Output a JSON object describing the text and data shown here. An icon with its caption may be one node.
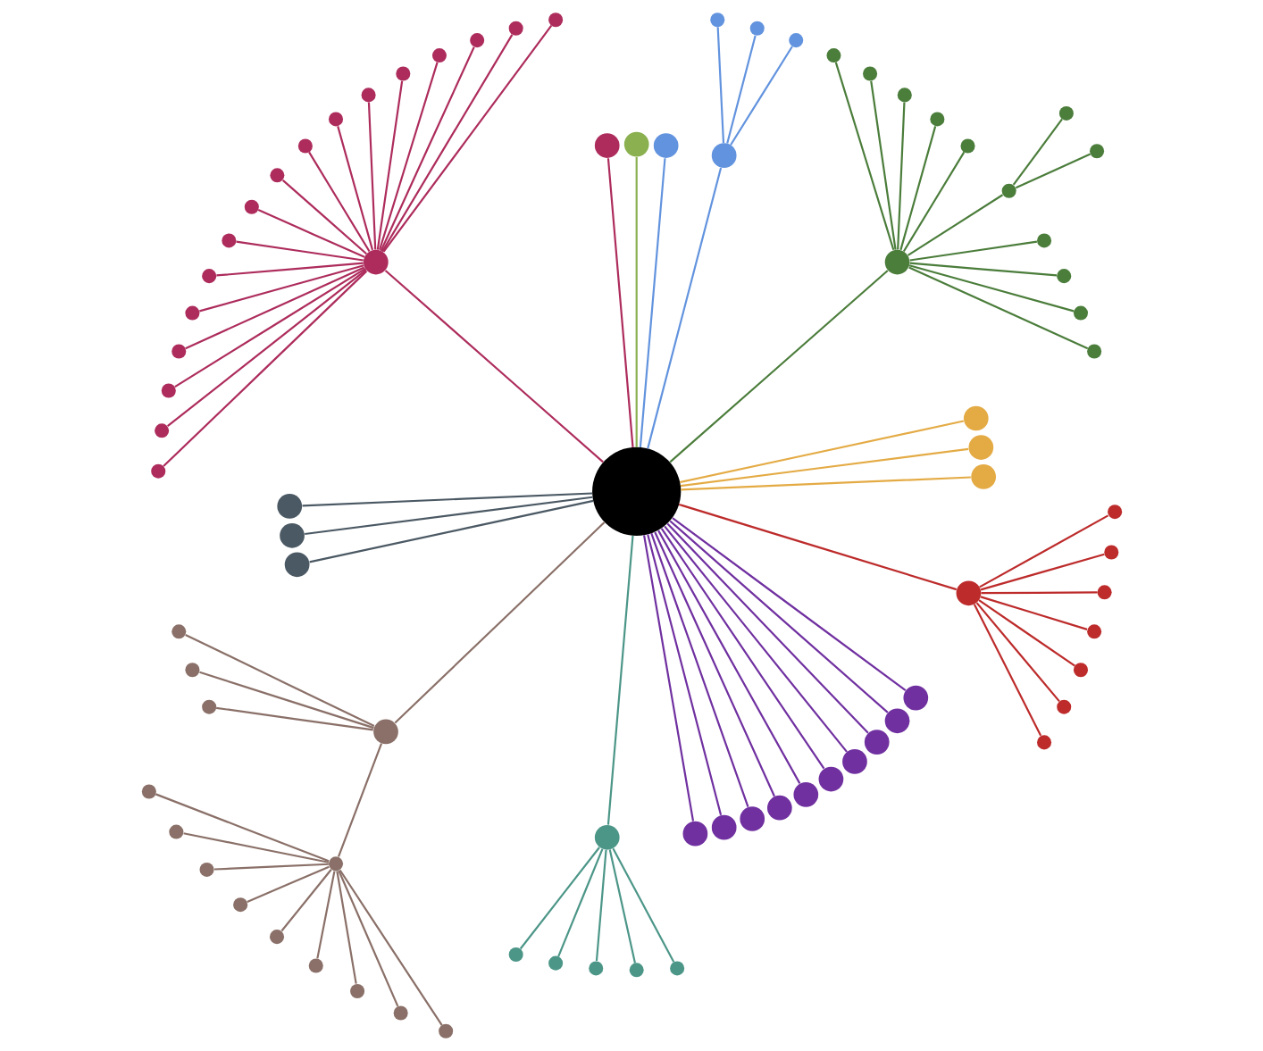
{
  "diagram": {
    "nodes": [
      {
        "text": [],
        "shape": "circle"
      },
      {
        "text": [],
        "shape": "circle"
      },
      {
        "text": [],
        "shape": "circle"
      },
      {
        "text": [],
        "shape": "circle"
      },
      {
        "text": [],
        "shape": "circle"
      },
      {
        "text": [],
        "shape": "circle"
      },
      {
        "text": [],
        "shape": "circle"
      },
      {
        "text": [],
        "shape": "circle"
      },
      {
        "text": [],
        "shape": "circle"
      },
      {
        "text": [],
        "shape": "circle"
      },
      {
        "text": [],
        "shape": "circle"
      },
      {
        "text": [],
        "shape": "circle"
      },
      {
        "text": [],
        "shape": "circle"
      },
      {
        "text": [],
        "shape": "circle"
      },
      {
        "text": [],
        "shape": "circle"
      },
      {
        "text": [],
        "shape": "circle"
      },
      {
        "text": [],
        "shape": "circle"
      },
      {
        "text": [],
        "shape": "circle"
      },
      {
        "text": [],
        "shape": "circle"
      },
      {
        "text": [],
        "shape": "circle"
      },
      {
        "text": [],
        "shape": "circle"
      },
      {
        "text": [],
        "shape": "circle"
      },
      {
        "text": [],
        "shape": "circle"
      },
      {
        "text": [],
        "shape": "circle"
      },
      {
        "text": [],
        "shape": "circle"
      },
      {
        "text": [],
        "shape": "circle"
      },
      {
        "text": [],
        "shape": "circle"
      },
      {
        "text": [],
        "shape": "circle"
      },
      {
        "text": [],
        "shape": "circle"
      },
      {
        "text": [],
        "shape": "circle"
      },
      {
        "text": [],
        "shape": "circle"
      },
      {
        "text": [],
        "shape": "circle"
      },
      {
        "text": [],
        "shape": "circle"
      },
      {
        "text": [],
        "shape": "circle"
      },
      {
        "text": [],
        "shape": "circle"
      },
      {
        "text": [],
        "shape": "circle"
      },
      {
        "text": [],
        "shape": "circle"
      },
      {
        "text": [],
        "shape": "circle"
      },
      {
        "text": [],
        "shape": "circle"
      },
      {
        "text": [],
        "shape": "circle"
      },
      {
        "text": [],
        "shape": "circle"
      },
      {
        "text": [],
        "shape": "circle"
      },
      {
        "text": [],
        "shape": "circle"
      },
      {
        "text": [],
        "shape": "circle"
      },
      {
        "text": [],
        "shape": "circle"
      },
      {
        "text": [],
        "shape": "circle"
      },
      {
        "text": [],
        "shape": "circle"
      },
      {
        "text": [],
        "shape": "circle"
      },
      {
        "text": [],
        "shape": "circle"
      },
      {
        "text": [],
        "shape": "circle"
      },
      {
        "text": [],
        "shape": "circle"
      },
      {
        "text": [],
        "shape": "circle"
      },
      {
        "text": [],
        "shape": "circle"
      },
      {
        "text": [],
        "shape": "circle"
      },
      {
        "text": [],
        "shape": "circle"
      },
      {
        "text": [],
        "shape": "circle"
      },
      {
        "text": [],
        "shape": "circle"
      },
      {
        "text": [],
        "shape": "circle"
      },
      {
        "text": [],
        "shape": "circle"
      },
      {
        "text": [],
        "shape": "circle"
      },
      {
        "text": [],
        "shape": "circle"
      },
      {
        "text": [],
        "shape": "circle"
      },
      {
        "text": [],
        "shape": "circle"
      },
      {
        "text": [],
        "shape": "circle"
      },
      {
        "text": [],
        "shape": "circle"
      },
      {
        "text": [],
        "shape": "circle"
      },
      {
        "text": [],
        "shape": "circle"
      },
      {
        "text": [],
        "shape": "circle"
      },
      {
        "text": [],
        "shape": "circle"
      },
      {
        "text": [],
        "shape": "circle"
      },
      {
        "text": [],
        "shape": "circle"
      },
      {
        "text": [],
        "shape": "circle"
      },
      {
        "text": [],
        "shape": "circle"
      },
      {
        "text": [],
        "shape": "circle"
      },
      {
        "text": [],
        "shape": "circle"
      },
      {
        "text": [],
        "shape": "circle"
      },
      {
        "text": [],
        "shape": "circle"
      },
      {
        "text": [],
        "shape": "circle"
      },
      {
        "text": [],
        "shape": "circle"
      },
      {
        "text": [],
        "shape": "circle"
      },
      {
        "text": [],
        "shape": "circle"
      },
      {
        "text": [],
        "shape": "circle"
      },
      {
        "text": [],
        "shape": "circle"
      }
    ],
    "edges": [
      {
        "from": 0,
        "to": 1,
        "arrow": "none",
        "color": "#e4ab45"
      },
      {
        "from": 0,
        "to": 2,
        "arrow": "none",
        "color": "#e4ab45"
      },
      {
        "from": 0,
        "to": 3,
        "arrow": "none",
        "color": "#e4ab45"
      },
      {
        "from": 0,
        "to": 4,
        "arrow": "none",
        "color": "#4b7d3b"
      },
      {
        "from": 4,
        "to": 5,
        "arrow": "none",
        "color": "#4b7d3b"
      },
      {
        "from": 4,
        "to": 6,
        "arrow": "none",
        "color": "#4b7d3b"
      },
      {
        "from": 4,
        "to": 7,
        "arrow": "none",
        "color": "#4b7d3b"
      },
      {
        "from": 4,
        "to": 8,
        "arrow": "none",
        "color": "#4b7d3b"
      },
      {
        "from": 4,
        "to": 9,
        "arrow": "none",
        "color": "#4b7d3b"
      },
      {
        "from": 9,
        "to": 10,
        "arrow": "none",
        "color": "#4b7d3b"
      },
      {
        "from": 9,
        "to": 11,
        "arrow": "none",
        "color": "#4b7d3b"
      },
      {
        "from": 4,
        "to": 12,
        "arrow": "none",
        "color": "#4b7d3b"
      },
      {
        "from": 4,
        "to": 13,
        "arrow": "none",
        "color": "#4b7d3b"
      },
      {
        "from": 4,
        "to": 14,
        "arrow": "none",
        "color": "#4b7d3b"
      },
      {
        "from": 4,
        "to": 15,
        "arrow": "none",
        "color": "#4b7d3b"
      },
      {
        "from": 4,
        "to": 16,
        "arrow": "none",
        "color": "#4b7d3b"
      },
      {
        "from": 0,
        "to": 17,
        "arrow": "none",
        "color": "#6293de"
      },
      {
        "from": 17,
        "to": 18,
        "arrow": "none",
        "color": "#6293de"
      },
      {
        "from": 17,
        "to": 19,
        "arrow": "none",
        "color": "#6293de"
      },
      {
        "from": 17,
        "to": 20,
        "arrow": "none",
        "color": "#6293de"
      },
      {
        "from": 0,
        "to": 21,
        "arrow": "none",
        "color": "#6293de"
      },
      {
        "from": 0,
        "to": 22,
        "arrow": "none",
        "color": "#8ab04f"
      },
      {
        "from": 0,
        "to": 23,
        "arrow": "none"
      },
      {
        "from": 0,
        "to": 24,
        "arrow": "none"
      },
      {
        "from": 24,
        "to": 25,
        "arrow": "none"
      },
      {
        "from": 24,
        "to": 26,
        "arrow": "none"
      },
      {
        "from": 24,
        "to": 27,
        "arrow": "none"
      },
      {
        "from": 24,
        "to": 28,
        "arrow": "none"
      },
      {
        "from": 24,
        "to": 29,
        "arrow": "none"
      },
      {
        "from": 24,
        "to": 30,
        "arrow": "none"
      },
      {
        "from": 24,
        "to": 31,
        "arrow": "none"
      },
      {
        "from": 24,
        "to": 32,
        "arrow": "none"
      },
      {
        "from": 24,
        "to": 33,
        "arrow": "none"
      },
      {
        "from": 24,
        "to": 34,
        "arrow": "none"
      },
      {
        "from": 24,
        "to": 35,
        "arrow": "none"
      },
      {
        "from": 24,
        "to": 36,
        "arrow": "none"
      },
      {
        "from": 24,
        "to": 37,
        "arrow": "none"
      },
      {
        "from": 24,
        "to": 38,
        "arrow": "none"
      },
      {
        "from": 24,
        "to": 39,
        "arrow": "none"
      },
      {
        "from": 24,
        "to": 40,
        "arrow": "none"
      },
      {
        "from": 24,
        "to": 41,
        "arrow": "none"
      },
      {
        "from": 0,
        "to": 42,
        "arrow": "none",
        "color": "#4b5964"
      },
      {
        "from": 0,
        "to": 43,
        "arrow": "none",
        "color": "#4b5964"
      },
      {
        "from": 0,
        "to": 44,
        "arrow": "none",
        "color": "#4b5964"
      },
      {
        "from": 0,
        "to": 45,
        "arrow": "none",
        "color": "#8a7068"
      },
      {
        "from": 45,
        "to": 46,
        "arrow": "none",
        "color": "#8a7068"
      },
      {
        "from": 45,
        "to": 47,
        "arrow": "none",
        "color": "#8a7068"
      },
      {
        "from": 45,
        "to": 48,
        "arrow": "none",
        "color": "#8a7068"
      },
      {
        "from": 45,
        "to": 49,
        "arrow": "none",
        "color": "#8a7068"
      },
      {
        "from": 49,
        "to": 50,
        "arrow": "none",
        "color": "#8a7068"
      },
      {
        "from": 49,
        "to": 51,
        "arrow": "none",
        "color": "#8a7068"
      },
      {
        "from": 49,
        "to": 52,
        "arrow": "none",
        "color": "#8a7068"
      },
      {
        "from": 49,
        "to": 53,
        "arrow": "none",
        "color": "#8a7068"
      },
      {
        "from": 49,
        "to": 54,
        "arrow": "none",
        "color": "#8a7068"
      },
      {
        "from": 49,
        "to": 55,
        "arrow": "none",
        "color": "#8a7068"
      },
      {
        "from": 49,
        "to": 56,
        "arrow": "none",
        "color": "#8a7068"
      },
      {
        "from": 49,
        "to": 57,
        "arrow": "none",
        "color": "#8a7068"
      },
      {
        "from": 49,
        "to": 58,
        "arrow": "none",
        "color": "#8a7068"
      },
      {
        "from": 0,
        "to": 59,
        "arrow": "none",
        "color": "#4c9688"
      },
      {
        "from": 59,
        "to": 60,
        "arrow": "none",
        "color": "#4c9688"
      },
      {
        "from": 59,
        "to": 61,
        "arrow": "none",
        "color": "#4c9688"
      },
      {
        "from": 59,
        "to": 62,
        "arrow": "none",
        "color": "#4c9688"
      },
      {
        "from": 59,
        "to": 63,
        "arrow": "none",
        "color": "#4c9688"
      },
      {
        "from": 59,
        "to": 64,
        "arrow": "none",
        "color": "#4c9688"
      },
      {
        "from": 0,
        "to": 65,
        "arrow": "none",
        "color": "#7030a0"
      },
      {
        "from": 0,
        "to": 66,
        "arrow": "none",
        "color": "#7030a0"
      },
      {
        "from": 0,
        "to": 67,
        "arrow": "none",
        "color": "#7030a0"
      },
      {
        "from": 0,
        "to": 68,
        "arrow": "none",
        "color": "#7030a0"
      },
      {
        "from": 0,
        "to": 69,
        "arrow": "none",
        "color": "#7030a0"
      },
      {
        "from": 0,
        "to": 70,
        "arrow": "none",
        "color": "#7030a0"
      },
      {
        "from": 0,
        "to": 71,
        "arrow": "none",
        "color": "#7030a0"
      },
      {
        "from": 0,
        "to": 72,
        "arrow": "none",
        "color": "#7030a0"
      },
      {
        "from": 0,
        "to": 73,
        "arrow": "none",
        "color": "#7030a0"
      },
      {
        "from": 0,
        "to": 74,
        "arrow": "none",
        "color": "#7030a0"
      },
      {
        "from": 0,
        "to": 75,
        "arrow": "none",
        "color": "#bd2b2b"
      },
      {
        "from": 75,
        "to": 76,
        "arrow": "none",
        "color": "#bd2b2b"
      },
      {
        "from": 75,
        "to": 77,
        "arrow": "none",
        "color": "#bd2b2b"
      },
      {
        "from": 75,
        "to": 78,
        "arrow": "none",
        "color": "#bd2b2b"
      },
      {
        "from": 75,
        "to": 79,
        "arrow": "none",
        "color": "#bd2b2b"
      },
      {
        "from": 75,
        "to": 80,
        "arrow": "none",
        "color": "#bd2b2b"
      },
      {
        "from": 75,
        "to": 81,
        "arrow": "none",
        "color": "#bd2b2b"
      },
      {
        "from": 75,
        "to": 82,
        "arrow": "none",
        "color": "#bd2b2b"
      }
    ]
  }
}
